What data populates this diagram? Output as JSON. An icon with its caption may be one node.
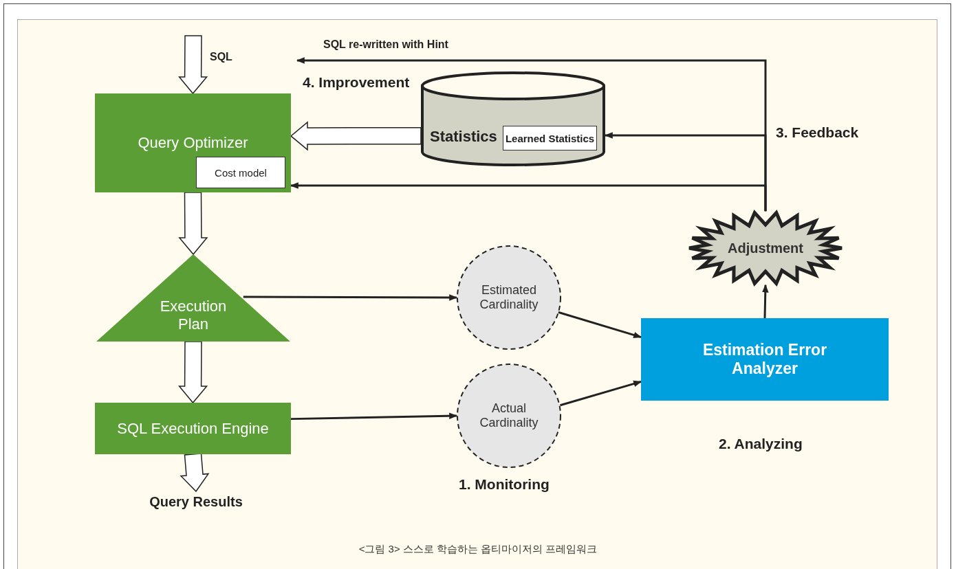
{
  "diagram": {
    "caption": "<그림 3> 스스로 학습하는 옵티마이저의 프레임워크",
    "nodes": [
      {
        "text": [
          "Query Optimizer"
        ]
      },
      {
        "text": [
          "Cost model"
        ],
        "in": 0
      },
      {
        "text": [
          "Statistics"
        ]
      },
      {
        "text": [
          "Learned Statistics"
        ],
        "in": 2
      },
      {
        "text": [
          "Execution Plan"
        ]
      },
      {
        "text": [
          "SQL Execution Engine"
        ]
      },
      {
        "text": [
          "Estimated Cardinality"
        ]
      },
      {
        "text": [
          "Actual Cardinality"
        ]
      },
      {
        "text": [
          "Estimation Error Analyzer"
        ]
      },
      {
        "text": [
          "Adjustment"
        ]
      },
      {
        "text": [
          "Query Results"
        ]
      }
    ],
    "edges": [
      {
        "from": null,
        "to": 0,
        "arrow": "to",
        "style": "thick",
        "label": "SQL"
      },
      {
        "from": 0,
        "to": 4,
        "arrow": "to",
        "style": "thick"
      },
      {
        "from": 4,
        "to": 5,
        "arrow": "to",
        "style": "thick"
      },
      {
        "from": 5,
        "to": 10,
        "arrow": "to",
        "style": "thick"
      },
      {
        "from": 2,
        "to": 0,
        "arrow": "to",
        "style": "thick"
      },
      {
        "from": 4,
        "to": 6,
        "arrow": "to"
      },
      {
        "from": 5,
        "to": 7,
        "arrow": "to"
      },
      {
        "from": 6,
        "to": 8,
        "arrow": "to"
      },
      {
        "from": 7,
        "to": 8,
        "arrow": "to"
      },
      {
        "from": 8,
        "to": 9,
        "arrow": "to"
      },
      {
        "from": 9,
        "to": null,
        "arrow": "to",
        "label": "SQL re-written with Hint"
      },
      {
        "from": 9,
        "to": 2,
        "arrow": "to"
      },
      {
        "from": 9,
        "to": 0,
        "arrow": "to"
      }
    ],
    "labels": [
      "4. Improvement",
      "3. Feedback",
      "2. Analyzing",
      "1. Monitoring"
    ]
  }
}
